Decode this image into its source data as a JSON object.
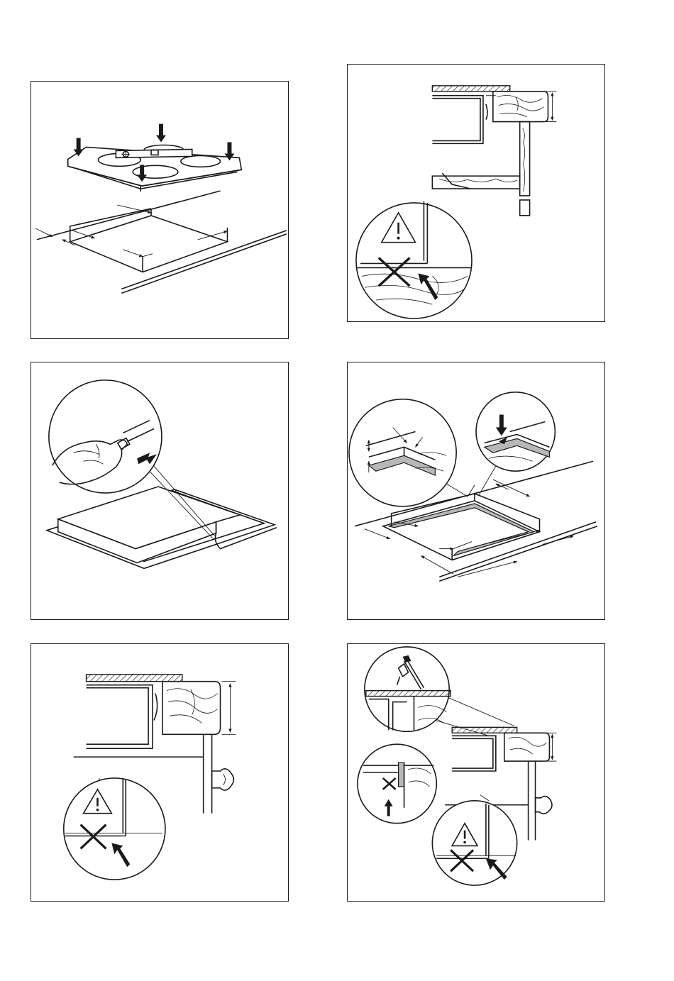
{
  "figures": [
    {
      "id": "fig-hob-placement",
      "icons": [
        "down-arrow-icon",
        "spirit-level-icon"
      ]
    },
    {
      "id": "fig-worktop-clearance-warning",
      "icons": [
        "warning-triangle-icon",
        "cross-icon"
      ]
    },
    {
      "id": "fig-seal-strip-application",
      "icons": [
        "hand-icon",
        "press-arrow-icon"
      ]
    },
    {
      "id": "fig-cutout-seal-dimensions",
      "icons": [
        "press-arrow-icon"
      ]
    },
    {
      "id": "fig-cabinet-side-warning",
      "icons": [
        "warning-triangle-icon",
        "cross-icon"
      ]
    },
    {
      "id": "fig-silicone-sealing",
      "icons": [
        "sealant-gun-icon",
        "warning-triangle-icon",
        "cross-icon"
      ]
    }
  ],
  "colors": {
    "line": "#1a1a1a",
    "background": "#ffffff",
    "sealant": "#b8b8b8"
  }
}
